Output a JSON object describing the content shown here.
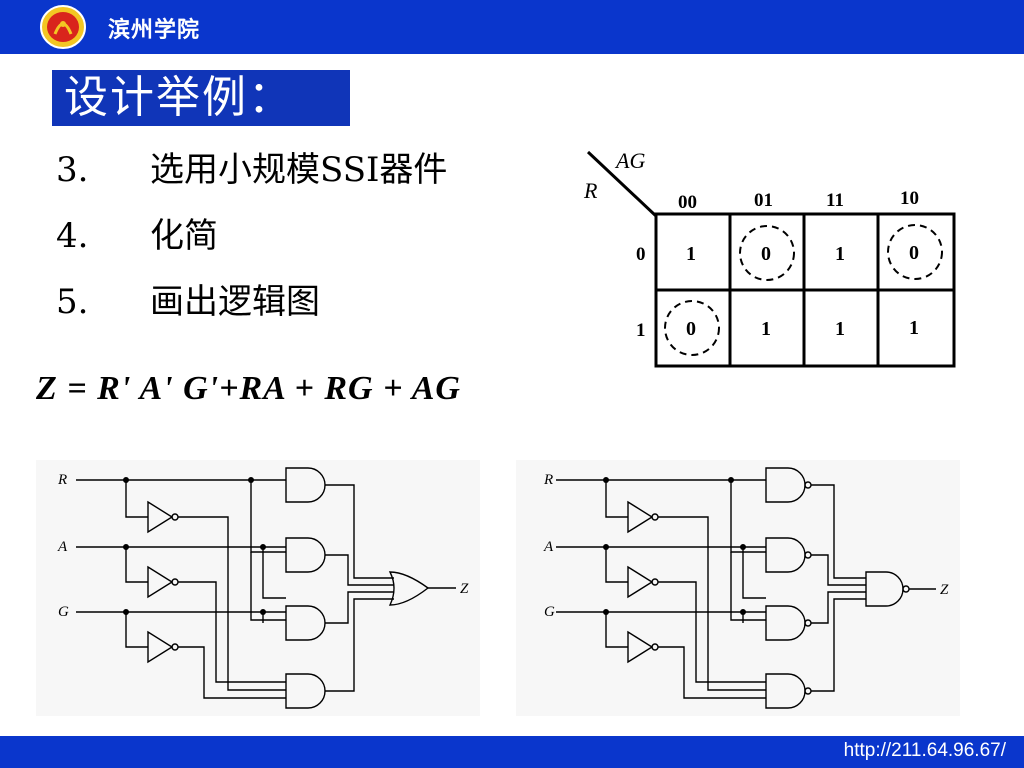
{
  "header": {
    "school_name": "滨州学院",
    "logo_icon": "university-emblem-icon"
  },
  "slide": {
    "title": "设计举例：",
    "steps": [
      {
        "number": "3.",
        "text": "选用小规模SSI器件"
      },
      {
        "number": "4.",
        "text": "化简"
      },
      {
        "number": "5.",
        "text": "画出逻辑图"
      }
    ],
    "equation": "Z = R' A' G'+RA + RG + AG"
  },
  "kmap": {
    "col_var": "AG",
    "row_var": "R",
    "col_headers": [
      "00",
      "01",
      "11",
      "10"
    ],
    "row_headers": [
      "0",
      "1"
    ],
    "cells": [
      [
        "1",
        "0",
        "1",
        "0"
      ],
      [
        "0",
        "1",
        "1",
        "1"
      ]
    ],
    "circled_zeros": [
      "row0-col01",
      "row0-col10",
      "row1-col00"
    ]
  },
  "circuits": {
    "inputs": [
      "R",
      "A",
      "G"
    ],
    "output": "Z"
  },
  "footer": {
    "url": "http://211.64.96.67/"
  },
  "colors": {
    "bar_blue": "#0a36cc",
    "title_box_blue": "#1035b8"
  }
}
